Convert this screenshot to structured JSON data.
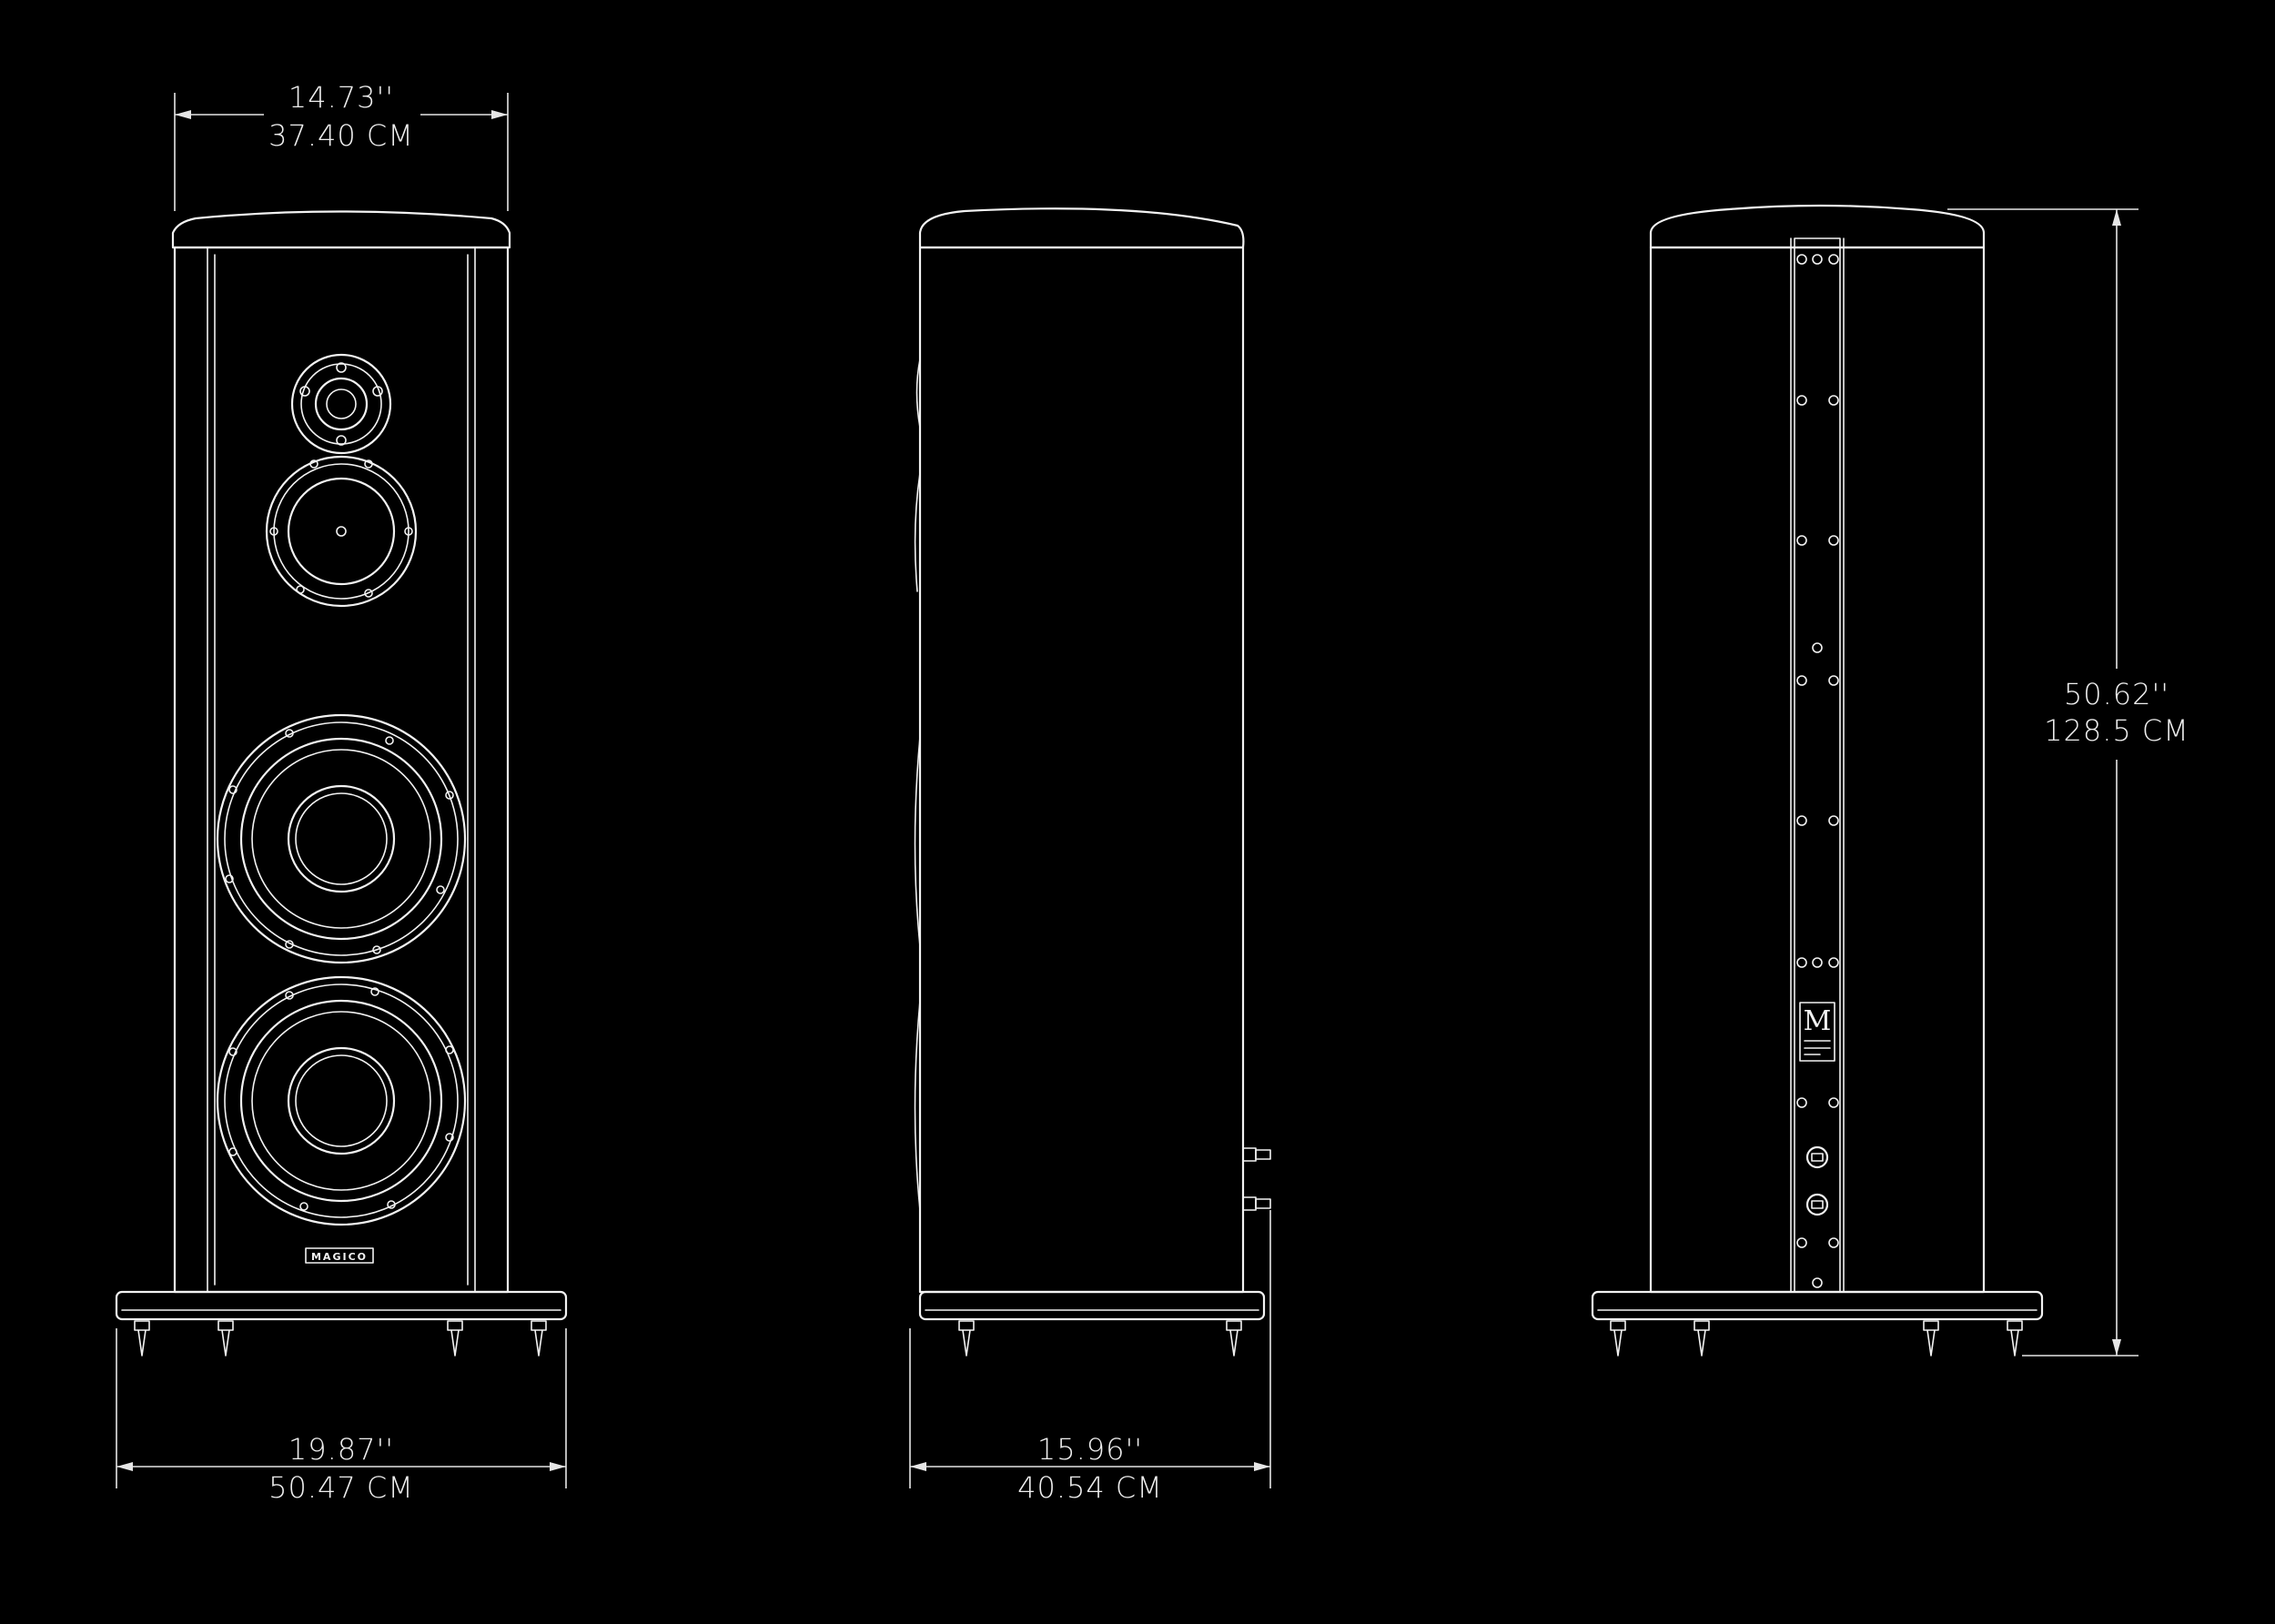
{
  "dimensions": {
    "front_width": {
      "in": "14.73''",
      "cm": "37.40 CM"
    },
    "base_width": {
      "in": "19.87''",
      "cm": "50.47 CM"
    },
    "depth": {
      "in": "15.96''",
      "cm": "40.54 CM"
    },
    "height": {
      "in": "50.62''",
      "cm": "128.5 CM"
    }
  },
  "front_view": {
    "badge": "MAGICO"
  },
  "rear_view": {
    "plate_logo": "M"
  },
  "colors": {
    "background": "#000000",
    "line": "#f2f2f2"
  }
}
